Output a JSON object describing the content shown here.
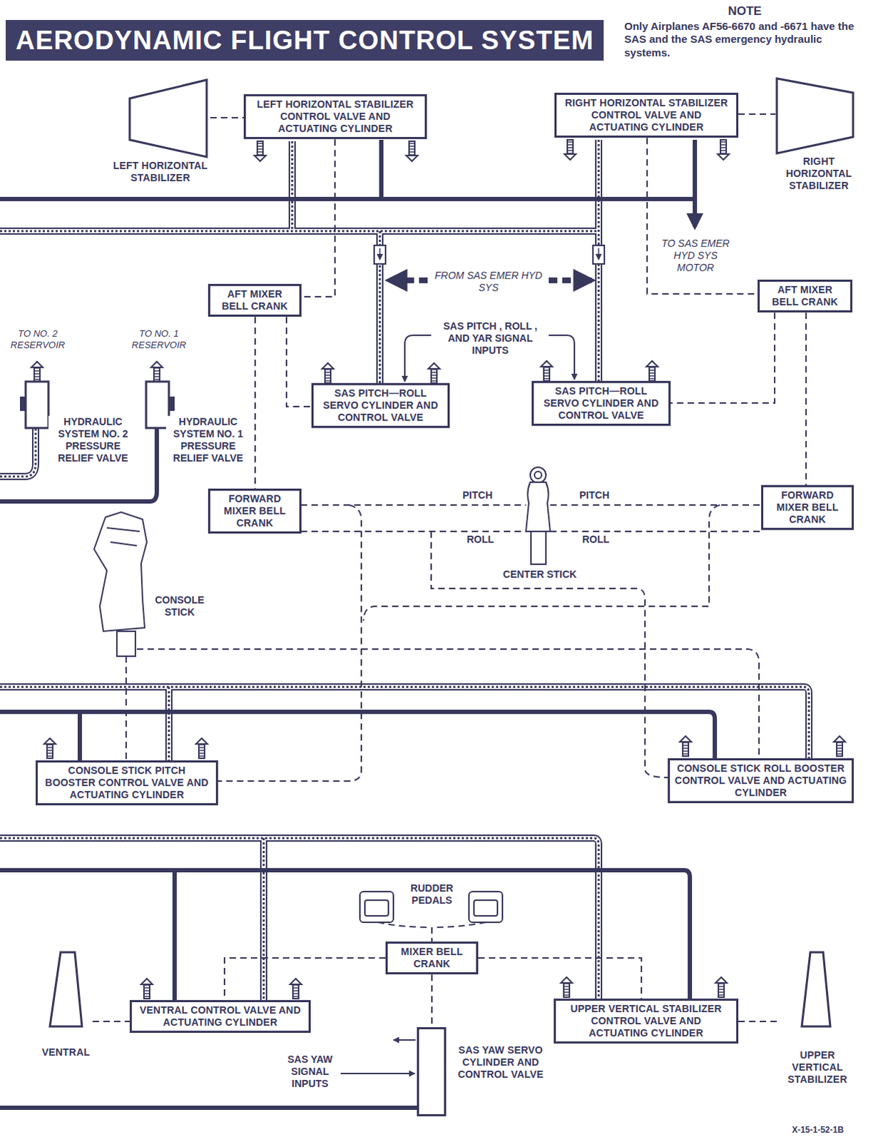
{
  "diagram": {
    "title": "AERODYNAMIC FLIGHT CONTROL SYSTEM",
    "nodes": [
      {
        "text": [
          "LEFT HORIZONTAL STABILIZER"
        ]
      },
      {
        "text": [
          "LEFT HORIZONTAL STABILIZER CONTROL VALVE AND ACTUATING CYLINDER"
        ]
      },
      {
        "text": [
          "RIGHT HORIZONTAL STABILIZER CONTROL VALVE AND ACTUATING CYLINDER"
        ]
      },
      {
        "text": [
          "RIGHT HORIZONTAL STABILIZER"
        ]
      },
      {
        "text": [
          "AFT MIXER BELL CRANK"
        ]
      },
      {
        "text": [
          "AFT MIXER BELL CRANK"
        ]
      },
      {
        "text": [
          "SAS PITCH—ROLL SERVO CYLINDER AND CONTROL VALVE"
        ]
      },
      {
        "text": [
          "SAS PITCH—ROLL SERVO CYLINDER AND CONTROL VALVE"
        ]
      },
      {
        "text": [
          "FORWARD MIXER BELL CRANK"
        ]
      },
      {
        "text": [
          "FORWARD MIXER BELL CRANK"
        ]
      },
      {
        "text": [
          "CONSOLE STICK PITCH BOOSTER CONTROL VALVE AND ACTUATING CYLINDER"
        ]
      },
      {
        "text": [
          "CONSOLE STICK ROLL BOOSTER CONTROL VALVE AND ACTUATING CYLINDER"
        ]
      },
      {
        "text": [
          "MIXER BELL CRANK"
        ]
      },
      {
        "text": [
          "VENTRAL"
        ]
      },
      {
        "text": [
          "VENTRAL CONTROL VALVE AND ACTUATING CYLINDER"
        ]
      },
      {
        "text": [
          "UPPER VERTICAL STABILIZER CONTROL VALVE AND ACTUATING CYLINDER"
        ]
      },
      {
        "text": [
          "UPPER VERTICAL STABILIZER"
        ]
      },
      {
        "text": [
          "SAS YAW SERVO CYLINDER AND CONTROL VALVE"
        ]
      }
    ],
    "edges": [
      {
        "from": 0,
        "to": 1,
        "arrow": "none"
      },
      {
        "from": 1,
        "to": 4,
        "arrow": "none"
      },
      {
        "from": 2,
        "to": 5,
        "arrow": "none"
      },
      {
        "from": 2,
        "to": 3,
        "arrow": "none"
      },
      {
        "from": 4,
        "to": 6,
        "arrow": "none"
      },
      {
        "from": 5,
        "to": 7,
        "arrow": "none"
      },
      {
        "from": 4,
        "to": 8,
        "arrow": "none"
      },
      {
        "from": 5,
        "to": 9,
        "arrow": "none"
      },
      {
        "from": 13,
        "to": 14,
        "arrow": "none"
      },
      {
        "from": 15,
        "to": 16,
        "arrow": "none"
      },
      {
        "from": 12,
        "to": 14,
        "arrow": "none"
      },
      {
        "from": 12,
        "to": 15,
        "arrow": "none"
      },
      {
        "from": 12,
        "to": 17,
        "arrow": "none"
      }
    ],
    "labels": [
      "NOTE",
      "Only Airplanes AF56-6670 and -6671 have the SAS and the SAS emergency hydraulic systems.",
      "TO SAS EMER HYD SYS MOTOR",
      "FROM SAS EMER HYD SYS",
      "SAS PITCH , ROLL , AND YAR SIGNAL INPUTS",
      "TO NO. 2 RESERVOIR",
      "TO NO. 1 RESERVOIR",
      "HYDRAULIC SYSTEM NO. 2 PRESSURE RELIEF VALVE",
      "HYDRAULIC SYSTEM NO. 1 PRESSURE RELIEF VALVE",
      "PITCH",
      "PITCH",
      "ROLL",
      "ROLL",
      "CENTER STICK",
      "CONSOLE STICK",
      "RUDDER PEDALS",
      "SAS YAW SIGNAL INPUTS",
      "X-15-1-52-1B"
    ]
  }
}
